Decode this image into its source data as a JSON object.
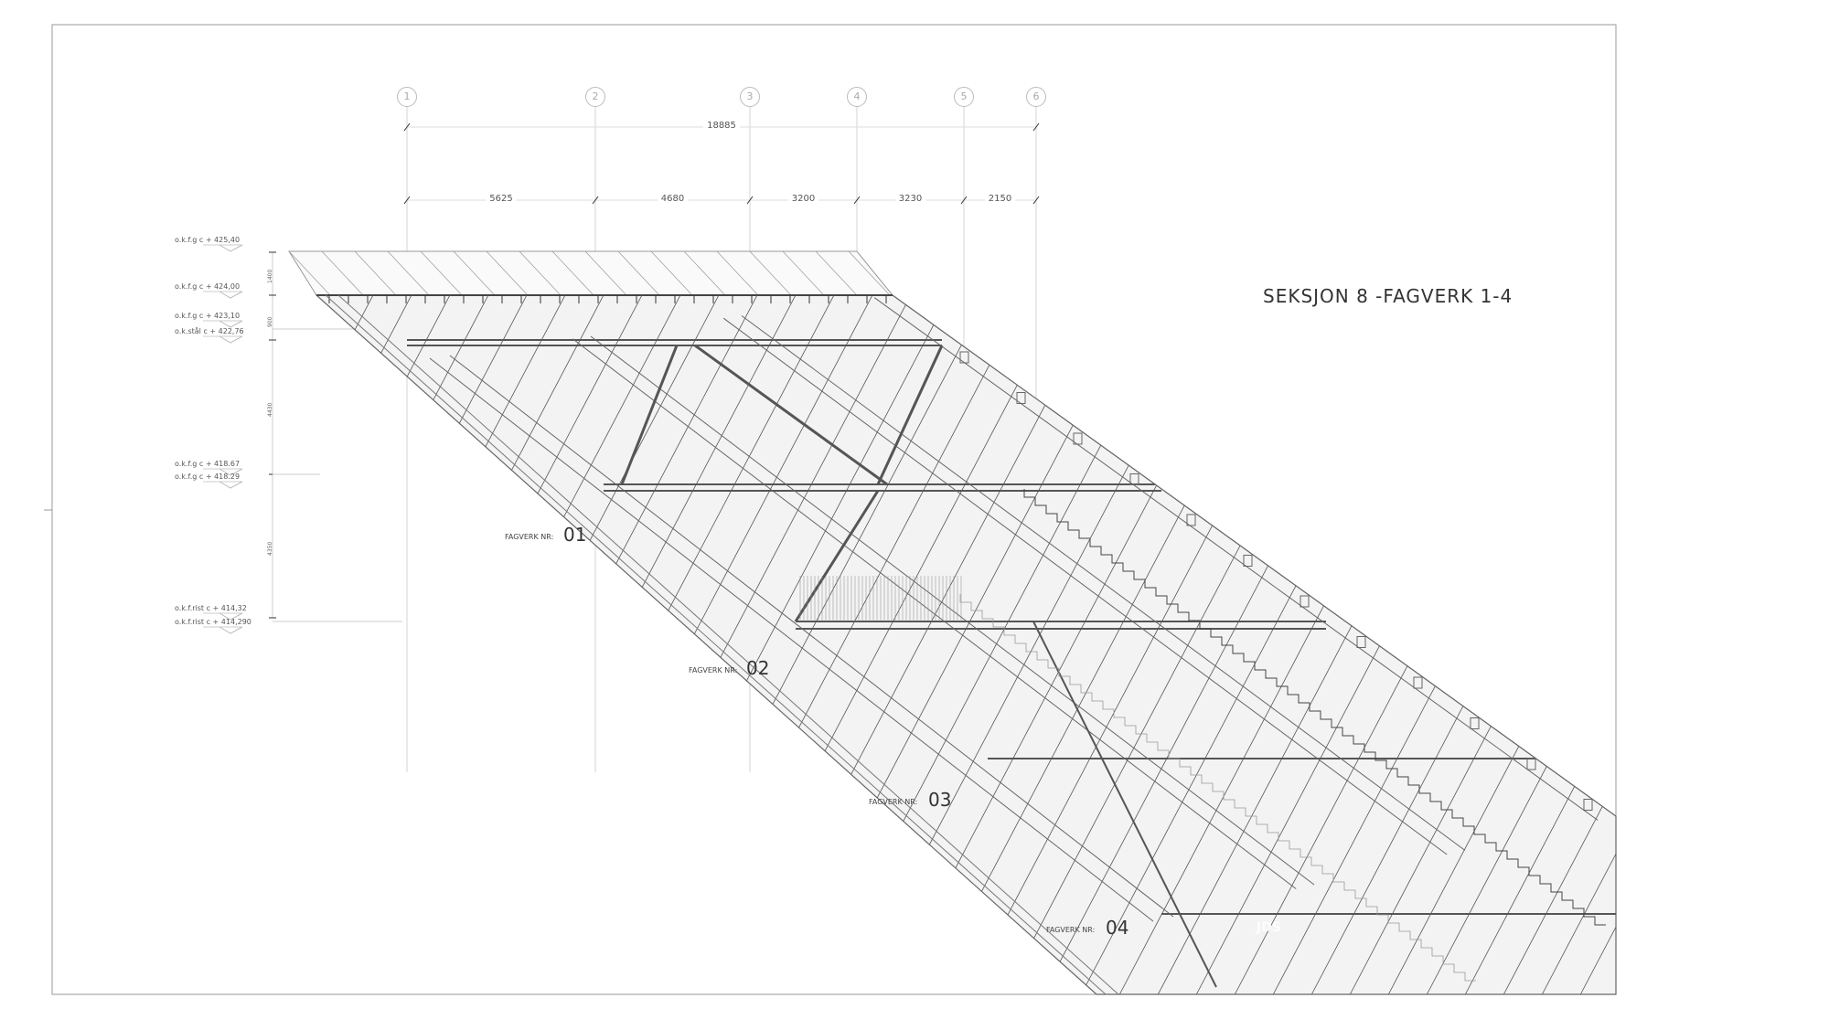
{
  "title": "SEKSJON 8 -FAGVERK 1-4",
  "grid_axes": [
    "1",
    "2",
    "3",
    "4",
    "5",
    "6"
  ],
  "overall_dimension": "18885",
  "segment_dimensions": [
    "5625",
    "4680",
    "3200",
    "3230",
    "2150"
  ],
  "elevations": [
    "o.k.f.g  c + 425,40",
    "o.k.f.g  c + 424,00",
    "o.k.f.g  c + 423,10",
    "o.k.stål  c + 422,76",
    "o.k.f.g  c + 418.67",
    "o.k.f.g  c + 418.29",
    "o.k.f.rist  c + 414,32",
    "o.k.f.rist  c + 414,290"
  ],
  "vertical_dimensions": [
    "1400",
    "900",
    "4430",
    "4350"
  ],
  "fagverk": [
    {
      "label": "FAGVERK NR:",
      "number": "01"
    },
    {
      "label": "FAGVERK NR:",
      "number": "02"
    },
    {
      "label": "FAGVERK NR:",
      "number": "03"
    },
    {
      "label": "FAGVERK NR:",
      "number": "04"
    }
  ],
  "watermark": "JDS",
  "colors": {
    "line": "#555555",
    "fill": "#f2f2f2",
    "frame": "#999999"
  }
}
